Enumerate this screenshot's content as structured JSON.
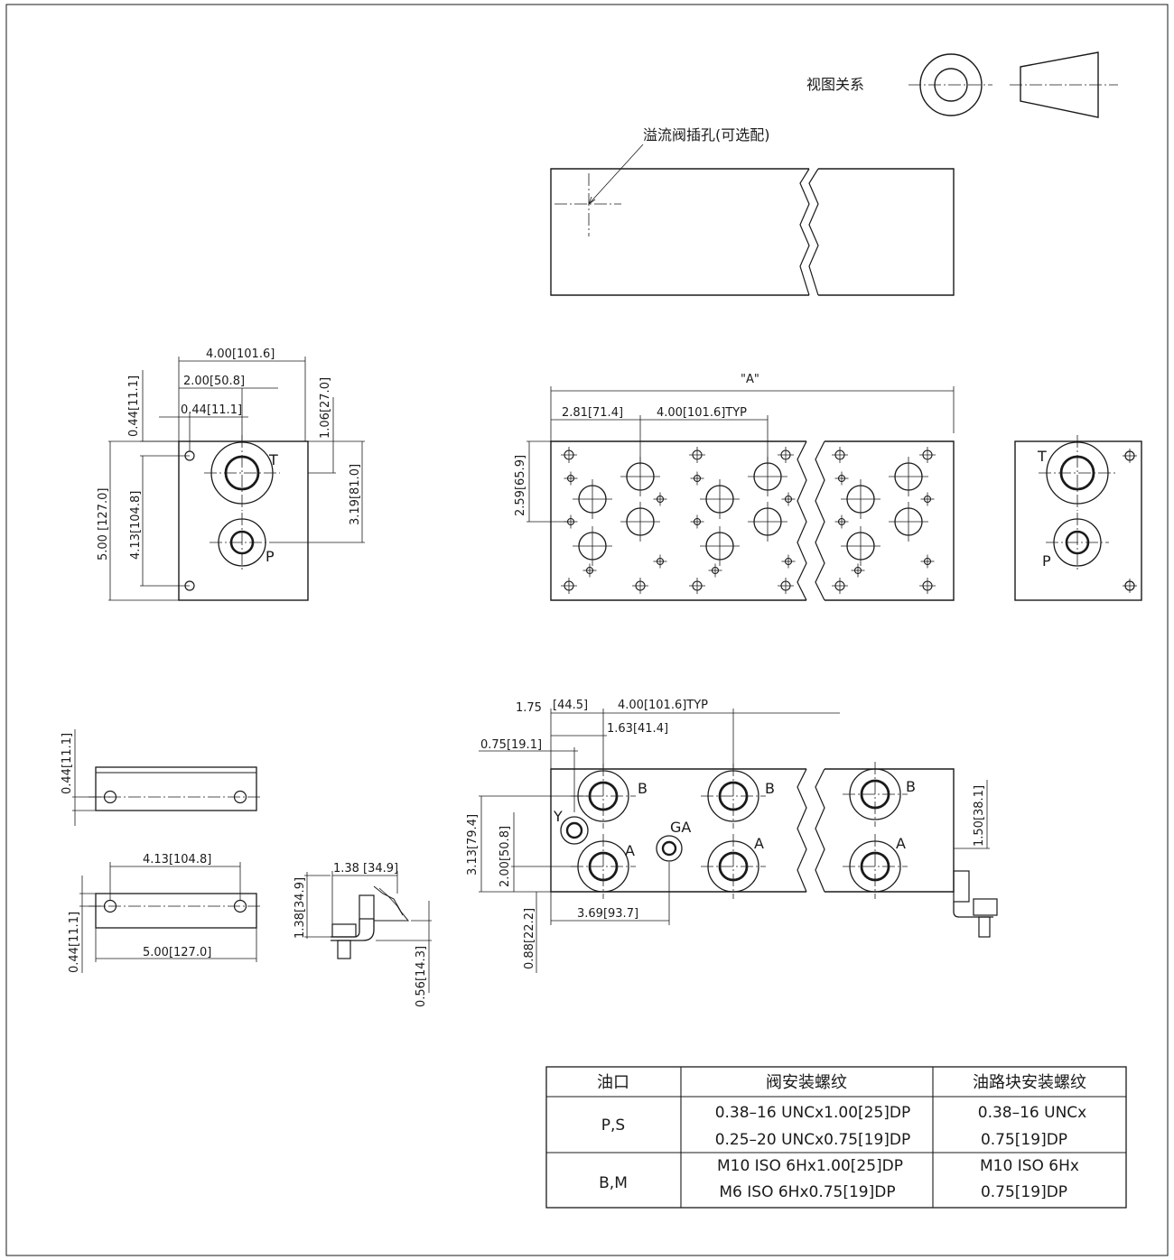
{
  "view_relation": {
    "label": "视图关系"
  },
  "relief": {
    "label": "溢流阀插孔(可选配)"
  },
  "top_view": {
    "overall": "\"A\"",
    "first": "2.81[71.4]",
    "pitch": "4.00[101.6]TYP",
    "height": "2.59[65.9]"
  },
  "end_view_left": {
    "width": "4.00[101.6]",
    "half": "2.00[50.8]",
    "edge": "0.44[11.1]",
    "edge_v": "0.44[11.1]",
    "t_offset": "1.06[27.0]",
    "t_p": "3.19[81.0]",
    "holes": "4.13[104.8]",
    "height": "5.00 [127.0]",
    "port_t": "T",
    "port_p": "P"
  },
  "end_view_right": {
    "port_t": "T",
    "port_p": "P"
  },
  "front_view": {
    "d1": "1.75",
    "d1b": "[44.5]",
    "pitch": "4.00[101.6]TYP",
    "d2": "1.63[41.4]",
    "d3": "0.75[19.1]",
    "v1": "3.13[79.4]",
    "v2": "2.00[50.8]",
    "v3": "0.88[22.2]",
    "h1": "3.69[93.7]",
    "r1": "1.50[38.1]",
    "port_b": "B",
    "port_a": "A",
    "port_y": "Y",
    "port_ga": "GA"
  },
  "bracket": {
    "side_h": "0.44[11.1]",
    "holes": "4.13[104.8]",
    "side_h2": "0.44[11.1]",
    "length": "5.00[127.0]",
    "foot_w": "1.38",
    "foot_wb": "[34.9]",
    "foot_h": "1.38[34.9]",
    "foot_t": "0.56[14.3]"
  },
  "table": {
    "headers": [
      "油口",
      "阀安装螺纹",
      "油路块安装螺纹"
    ],
    "rows": [
      {
        "port": "P,S",
        "valve": [
          "0.38–16 UNCx1.00[25]DP",
          "0.25–20 UNCx0.75[19]DP"
        ],
        "manifold": [
          "0.38–16 UNCx",
          "0.75[19]DP"
        ]
      },
      {
        "port": "B,M",
        "valve": [
          "M10 ISO 6Hx1.00[25]DP",
          "M6 ISO 6Hx0.75[19]DP"
        ],
        "manifold": [
          "M10 ISO 6Hx",
          "0.75[19]DP"
        ]
      }
    ]
  }
}
